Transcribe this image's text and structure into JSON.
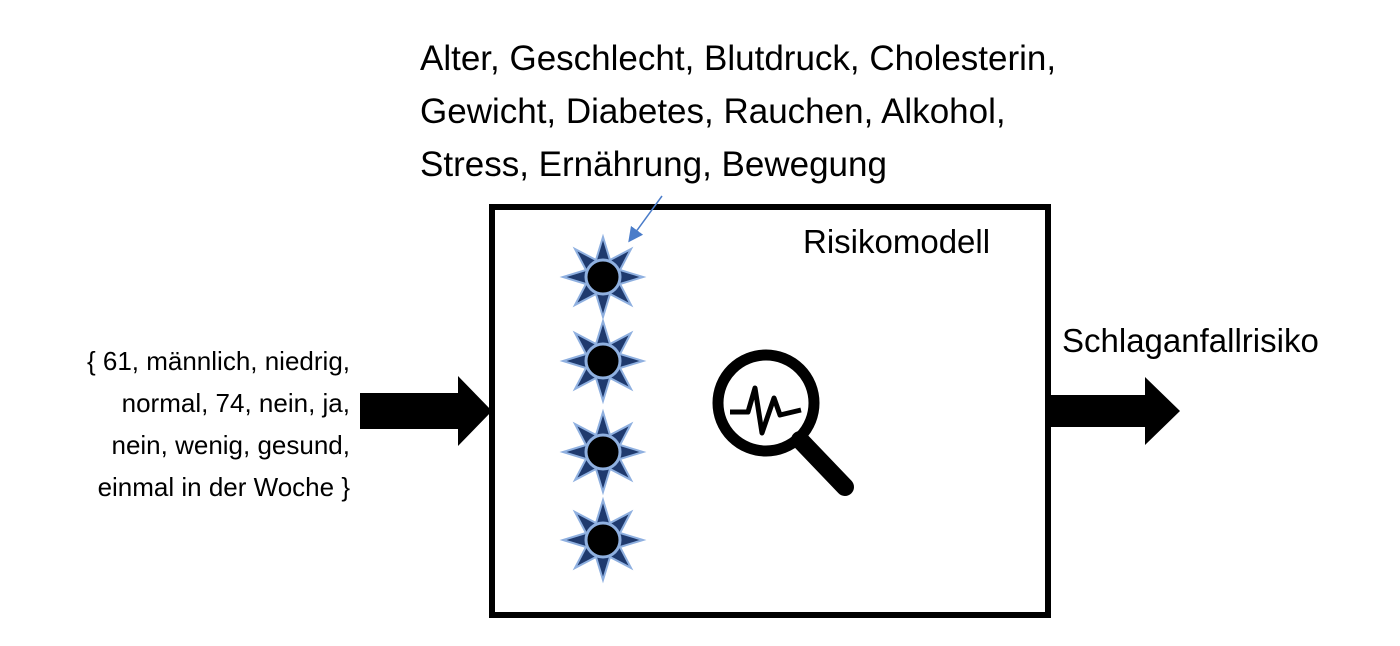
{
  "features": {
    "lines": [
      "Alter, Geschlecht, Blutdruck, Cholesterin,",
      "Gewicht, Diabetes, Rauchen, Alkohol,",
      "Stress, Ernährung, Bewegung"
    ]
  },
  "model": {
    "label": "Risikomodell"
  },
  "input": {
    "lines": [
      "{ 61, männlich, niedrig,",
      "normal, 74, nein, ja,",
      "nein, wenig, gesund,",
      "einmal in der Woche }"
    ]
  },
  "output": {
    "label": "Schlaganfallrisiko"
  },
  "colors": {
    "star_fill": "#1f3a6e",
    "star_stroke": "#8fb0e0",
    "pointer": "#4a7cc9"
  }
}
